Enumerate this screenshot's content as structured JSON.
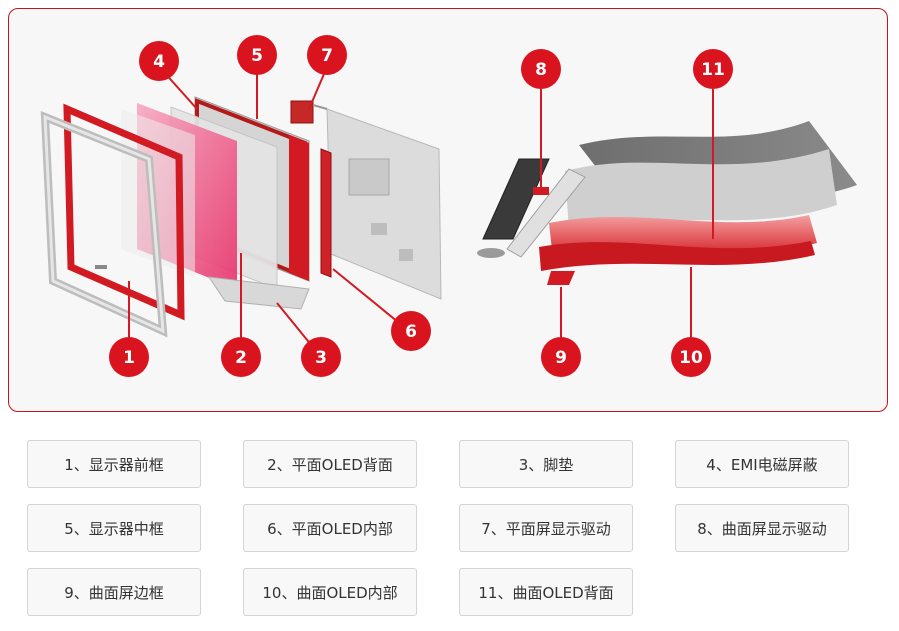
{
  "diagram": {
    "badges": [
      "1",
      "2",
      "3",
      "4",
      "5",
      "6",
      "7",
      "8",
      "9",
      "10",
      "11"
    ]
  },
  "legend": {
    "items": [
      "1、显示器前框",
      "2、平面OLED背面",
      "3、脚垫",
      "4、EMI电磁屏蔽",
      "5、显示器中框",
      "6、平面OLED内部",
      "7、平面屏显示驱动",
      "8、曲面屏显示驱动",
      "9、曲面屏边框",
      "10、曲面OLED内部",
      "11、曲面OLED背面"
    ]
  },
  "colors": {
    "accent": "#d9141e",
    "frame_border": "#c8141c",
    "panel_bg": "#f7f7f7"
  }
}
